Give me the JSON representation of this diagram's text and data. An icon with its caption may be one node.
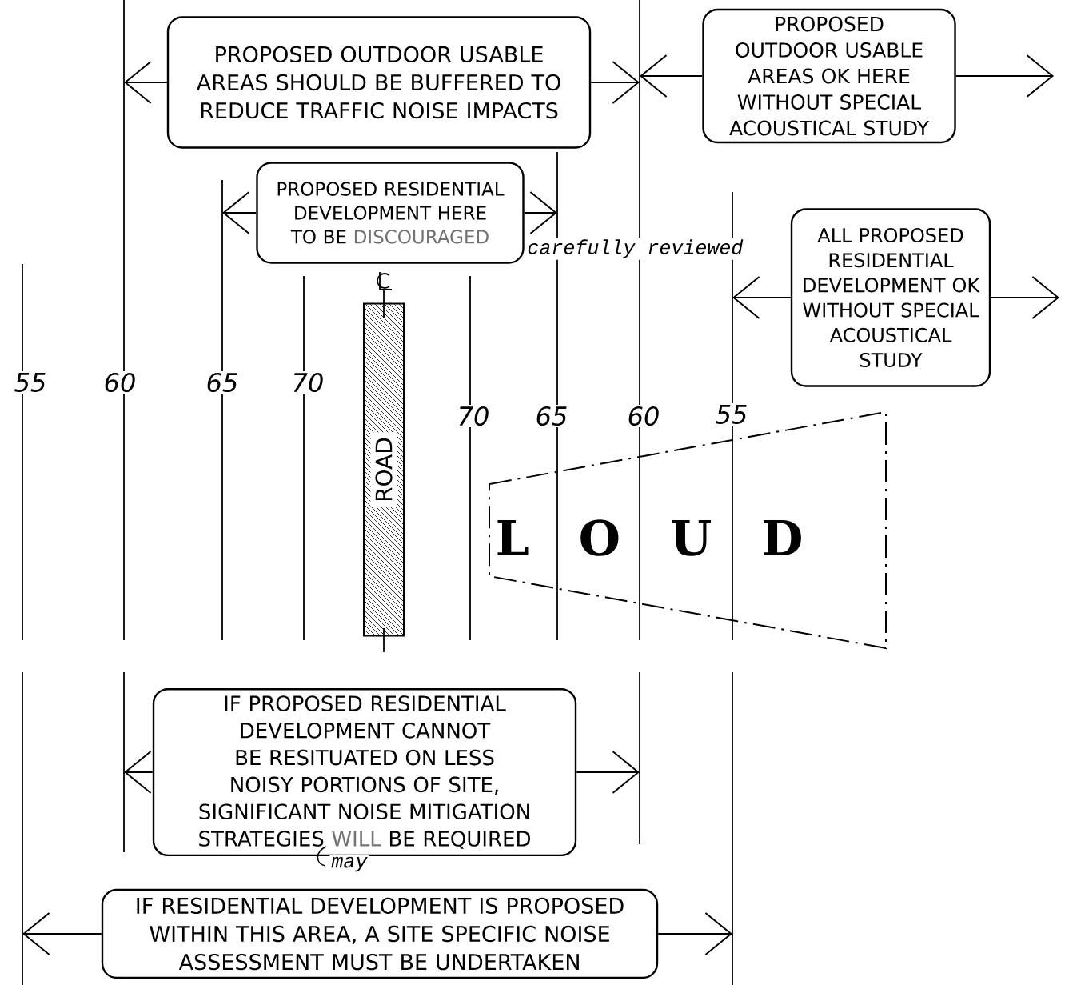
{
  "diagram": {
    "nodes": [
      {
        "text": [
          "PROPOSED OUTDOOR USABLE AREAS SHOULD BE BUFFERED TO REDUCE TRAFFIC NOISE IMPACTS"
        ]
      },
      {
        "text": [
          "PROPOSED OUTDOOR USABLE AREAS OK HERE WITHOUT SPECIAL ACOUSTICAL STUDY"
        ]
      },
      {
        "text": [
          "PROPOSED RESIDENTIAL DEVELOPMENT HERE TO BE",
          "DISCOURAGED"
        ]
      },
      {
        "text": [
          "ALL PROPOSED RESIDENTIAL DEVELOPMENT OK WITHOUT SPECIAL ACOUSTICAL STUDY"
        ]
      },
      {
        "text": [
          "ROAD"
        ]
      },
      {
        "text": [
          "L O U D"
        ]
      },
      {
        "text": [
          "IF PROPOSED RESIDENTIAL DEVELOPMENT CANNOT BE RESITUATED ON LESS NOISY PORTIONS OF SITE, SIGNIFICANT NOISE MITIGATION STRATEGIES",
          "WILL",
          "BE REQUIRED"
        ]
      },
      {
        "text": [
          "IF RESIDENTIAL DEVELOPMENT IS PROPOSED WITHIN THIS AREA, A SITE SPECIFIC NOISE ASSESSMENT MUST BE UNDERTAKEN"
        ]
      }
    ],
    "edges": [
      {
        "from": 0,
        "to": null,
        "arrow": "to"
      },
      {
        "from": 0,
        "to": null,
        "arrow": "to"
      },
      {
        "from": 1,
        "to": null,
        "arrow": "to"
      },
      {
        "from": 1,
        "to": null,
        "arrow": "to"
      },
      {
        "from": 2,
        "to": null,
        "arrow": "to"
      },
      {
        "from": 2,
        "to": null,
        "arrow": "to"
      },
      {
        "from": 3,
        "to": null,
        "arrow": "to"
      },
      {
        "from": 3,
        "to": null,
        "arrow": "to"
      },
      {
        "from": 6,
        "to": null,
        "arrow": "to"
      },
      {
        "from": 6,
        "to": null,
        "arrow": "to"
      },
      {
        "from": 7,
        "to": null,
        "arrow": "to"
      },
      {
        "from": 7,
        "to": null,
        "arrow": "to"
      }
    ],
    "labels": [
      "carefully reviewed",
      "55",
      "60",
      "65",
      "70",
      "70",
      "65",
      "60",
      "55",
      "may"
    ]
  }
}
